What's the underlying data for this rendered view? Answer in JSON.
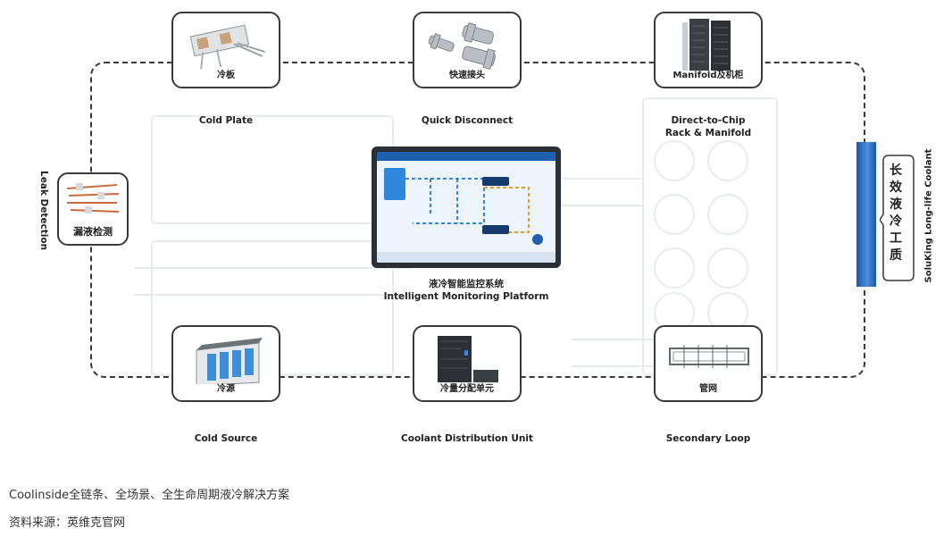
{
  "components": {
    "cold_plate": {
      "cn": "冷板",
      "en": "Cold Plate"
    },
    "quick_disconnect": {
      "cn": "快速接头",
      "en": "Quick Disconnect"
    },
    "rack_manifold": {
      "cn": "Manifold及机柜",
      "en_line1": "Direct-to-Chip",
      "en_line2": "Rack & Manifold"
    },
    "leak_detection": {
      "cn": "漏液检测",
      "en": "Leak Detection"
    },
    "monitoring": {
      "cn": "液冷智能监控系统",
      "en": "Intelligent Monitoring Platform"
    },
    "coolant": {
      "cn": "长效液冷工质",
      "en": "SoluKing Long-life Coolant"
    },
    "cold_source": {
      "cn": "冷源",
      "en": "Cold Source"
    },
    "cdu": {
      "cn": "冷量分配单元",
      "en": "Coolant Distribution Unit"
    },
    "secondary_loop": {
      "cn": "管网",
      "en": "Secondary Loop"
    }
  },
  "caption": "Coolinside全链条、全场景、全生命周期液冷解决方案",
  "source": "资料来源：英维克官网",
  "colors": {
    "border": "#3a3a3a",
    "coolant_bar": "#2a6fc9",
    "text": "#222222"
  }
}
